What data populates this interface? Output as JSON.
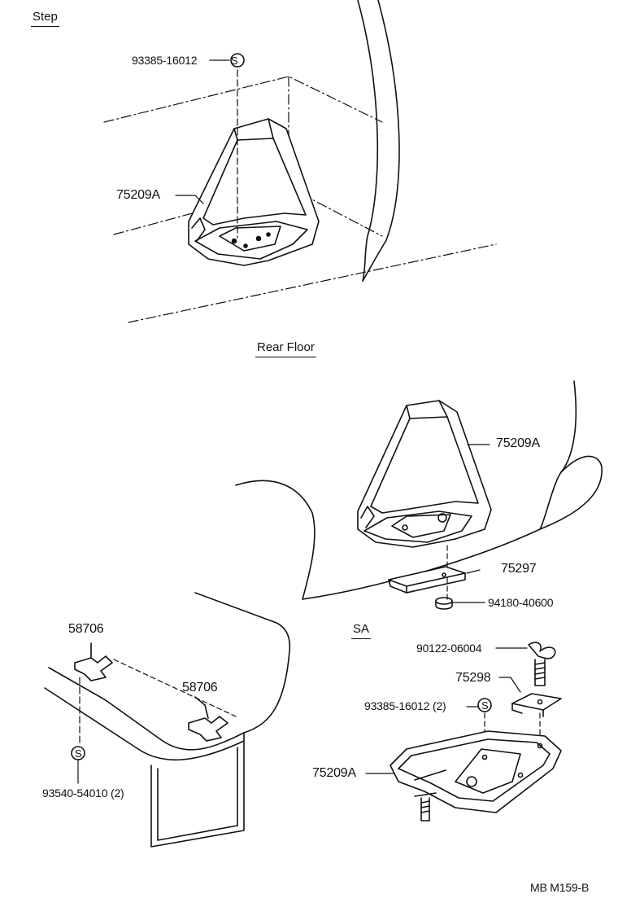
{
  "sections": {
    "step": "Step",
    "rear_floor": "Rear Floor",
    "sa": "SA"
  },
  "parts": {
    "step_bolt_std": "93385-16012",
    "step_holder": "75209A",
    "rear_holder": "75209A",
    "rear_bracket": "75297",
    "rear_nut": "94180-40600",
    "clip_left": "58706",
    "clip_right": "58706",
    "clip_screw": "93540-54010 (2)",
    "sa_wing_bolt": "90122-06004",
    "sa_bracket": "75298",
    "sa_screw": "93385-16012 (2)",
    "sa_holder": "75209A"
  },
  "markers": {
    "standard_symbol": "S"
  },
  "footer": {
    "code": "MB  M159-B"
  }
}
